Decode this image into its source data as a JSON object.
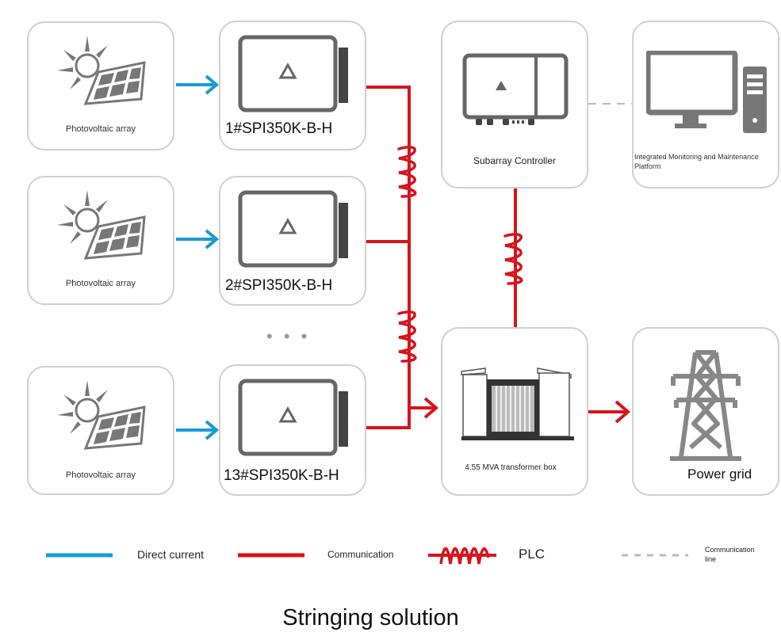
{
  "title": "Stringing solution",
  "colors": {
    "direct_current": "#1a9ad6",
    "communication": "#d7141d",
    "icon_gray": "#777777",
    "box_border": "#d0d0d0",
    "dashed_line": "#bbbbbb"
  },
  "nodes": {
    "pv_arrays": [
      {
        "label": "Photovoltaic array"
      },
      {
        "label": "Photovoltaic array"
      },
      {
        "label": "Photovoltaic array"
      }
    ],
    "inverters": [
      {
        "label": "1#SPI350K-B-H"
      },
      {
        "label": "2#SPI350K-B-H"
      },
      {
        "label": "13#SPI350K-B-H"
      }
    ],
    "ellipsis": "• • •",
    "subarray_controller": {
      "label": "Subarray Controller"
    },
    "monitoring_platform": {
      "label": "Integrated Monitoring and Maintenance Platform"
    },
    "transformer": {
      "label": "4.55 MVA transformer box"
    },
    "power_grid": {
      "label": "Power grid"
    }
  },
  "legend": [
    {
      "key": "direct-current",
      "label": "Direct current"
    },
    {
      "key": "communication",
      "label": "Communication"
    },
    {
      "key": "plc",
      "label": "PLC"
    },
    {
      "key": "communication-line",
      "label": "Communication line"
    }
  ]
}
